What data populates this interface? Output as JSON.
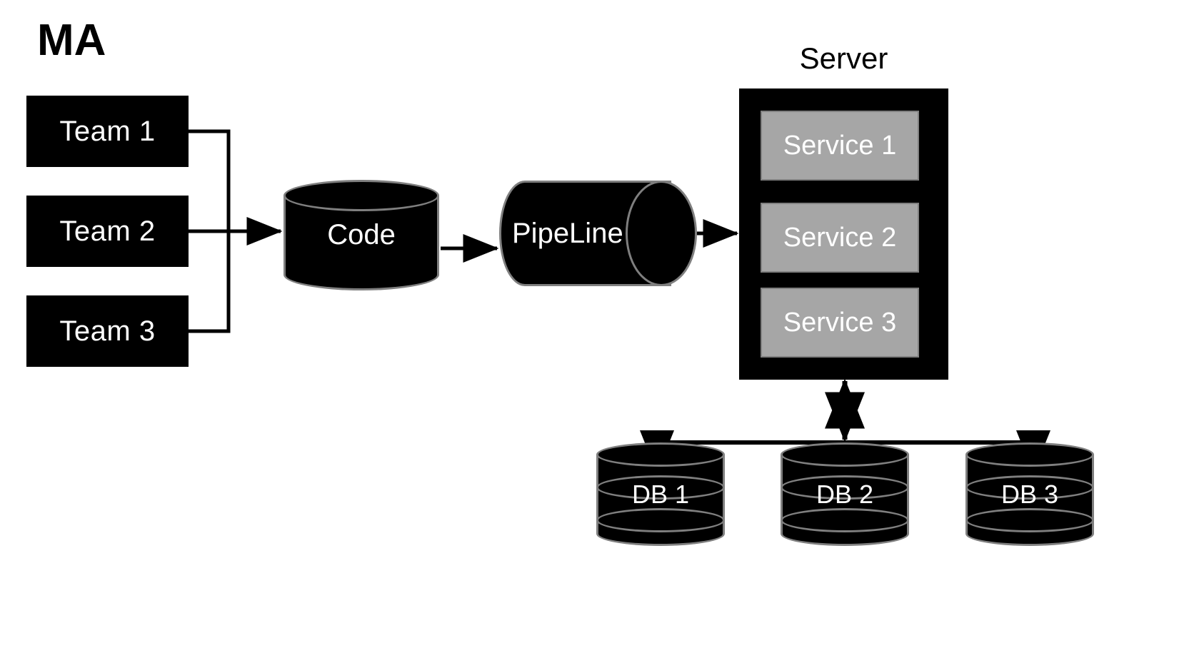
{
  "diagram": {
    "title_left": "MA",
    "server_title": "Server",
    "teams": [
      {
        "label": "Team 1"
      },
      {
        "label": "Team 2"
      },
      {
        "label": "Team 3"
      }
    ],
    "code_store": {
      "label": "Code"
    },
    "pipeline": {
      "label": "PipeLine"
    },
    "services": [
      {
        "label": "Service 1"
      },
      {
        "label": "Service 2"
      },
      {
        "label": "Service 3"
      }
    ],
    "databases": [
      {
        "label": "DB 1"
      },
      {
        "label": "DB 2"
      },
      {
        "label": "DB 3"
      }
    ],
    "colors": {
      "shape_fill": "#000000",
      "shape_outline": "#7f7f7f",
      "service_fill": "#a6a6a6",
      "service_border": "#808080",
      "text_on_dark": "#ffffff",
      "text_on_light": "#000000",
      "background": "#ffffff"
    },
    "connectors": [
      {
        "from": "Team 1",
        "to": "Code",
        "style": "elbow"
      },
      {
        "from": "Team 2",
        "to": "Code",
        "style": "straight-arrow"
      },
      {
        "from": "Team 3",
        "to": "Code",
        "style": "elbow"
      },
      {
        "from": "Code",
        "to": "PipeLine",
        "style": "straight-arrow"
      },
      {
        "from": "PipeLine",
        "to": "Server",
        "style": "straight-arrow"
      },
      {
        "from": "Server",
        "to": "DB 1",
        "style": "elbow-arrow"
      },
      {
        "from": "Server",
        "to": "DB 2",
        "style": "double-arrow"
      },
      {
        "from": "Server",
        "to": "DB 3",
        "style": "elbow-arrow"
      }
    ]
  }
}
